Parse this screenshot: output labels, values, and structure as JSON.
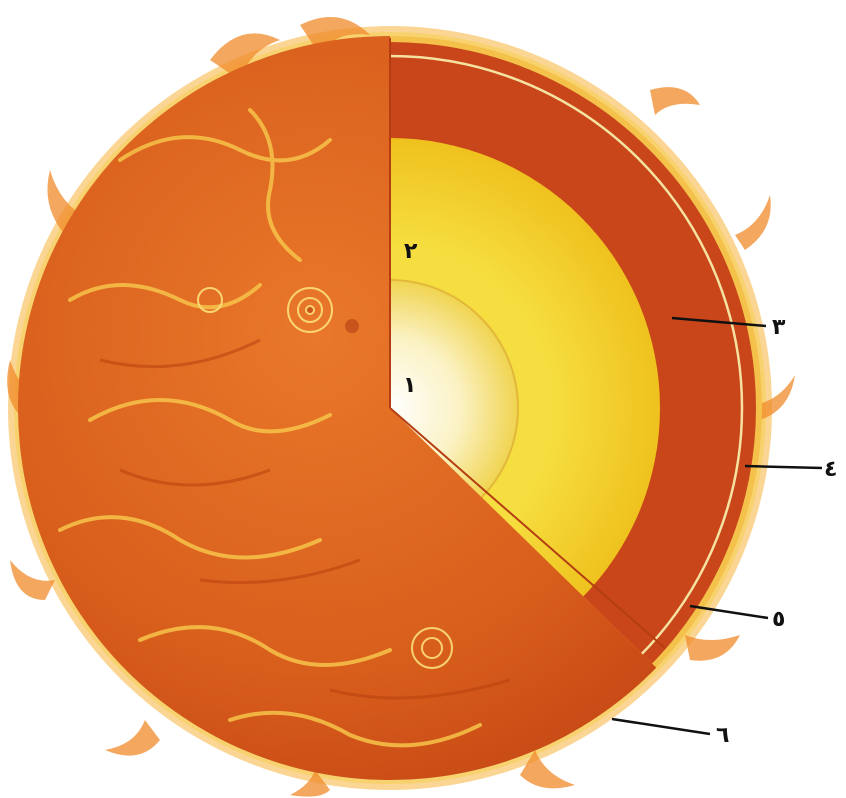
{
  "diagram": {
    "labels": [
      {
        "id": "label-1",
        "text": "١"
      },
      {
        "id": "label-2",
        "text": "٢"
      },
      {
        "id": "label-3",
        "text": "٣"
      },
      {
        "id": "label-4",
        "text": "٤"
      },
      {
        "id": "label-5",
        "text": "٥"
      },
      {
        "id": "label-6",
        "text": "٦"
      }
    ]
  },
  "colors": {
    "outer_surface": "#e0641c",
    "convective_zone": "#c8461a",
    "radiative_zone": "#f3cf2c",
    "core": "#fbf0b0",
    "core_center": "#ffffff",
    "leader_lines": "#111111"
  }
}
